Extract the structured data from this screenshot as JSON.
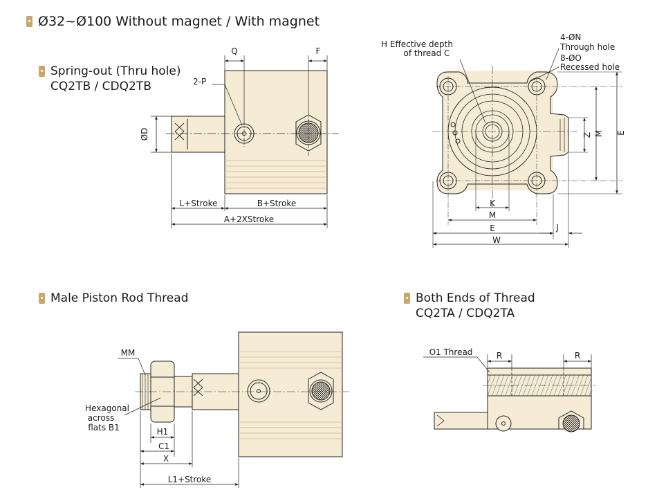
{
  "headings": {
    "main": "Ø32~Ø100 Without magnet / With magnet",
    "spring_out": "Spring-out (Thru hole)",
    "spring_out_models": "CQ2TB / CDQ2TB",
    "male_thread": "Male Piston Rod Thread",
    "both_ends": "Both Ends of Thread",
    "both_ends_models": "CQ2TA / CDQ2TA"
  },
  "labels": {
    "q": "Q",
    "f": "F",
    "two_p": "2-P",
    "od": "ØD",
    "l_stroke": "L+Stroke",
    "b_stroke": "B+Stroke",
    "a_stroke": "A+2XStroke",
    "h_line1": "H Effective depth",
    "h_line2": "of thread C",
    "n_line1": "4-ØN",
    "n_line2": "Through hole",
    "o_line1": "8-ØO",
    "o_line2": "Recessed hole",
    "k": "K",
    "m": "M",
    "e": "E",
    "w": "W",
    "j": "J",
    "z": "Z",
    "mm": "MM",
    "hex_line1": "Hexagonal",
    "hex_line2": "across",
    "hex_line3": "flats B1",
    "h1": "H1",
    "c1": "C1",
    "x": "X",
    "l1_stroke": "L1+Stroke",
    "o1_thread": "O1 Thread",
    "r": "R"
  },
  "colors": {
    "body": "#f6ecd6",
    "accent": "#c9a76a",
    "line": "#222222"
  }
}
